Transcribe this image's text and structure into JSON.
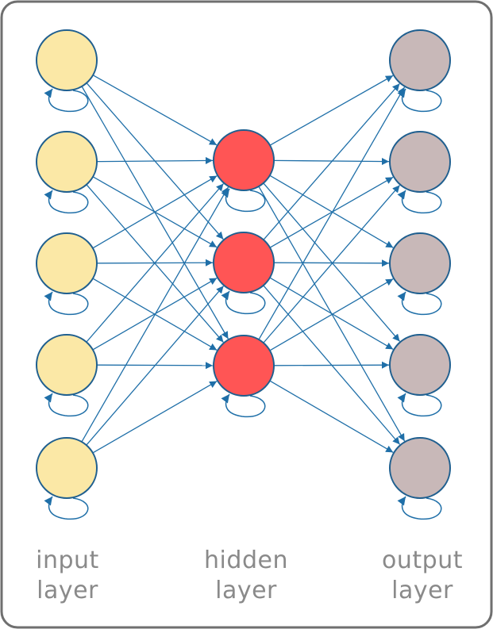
{
  "colors": {
    "frame": "#6f6f6f",
    "input_node": "#fbe8a6",
    "hidden_node": "#ff5555",
    "output_node": "#c8b8b8",
    "node_stroke": "#1f5f8f",
    "connection": "#1f6fa8"
  },
  "network": {
    "layers": [
      {
        "key": "input",
        "nodes": 5
      },
      {
        "key": "hidden",
        "nodes": 3
      },
      {
        "key": "output",
        "nodes": 5
      }
    ],
    "fully_connected": true,
    "self_loops": true
  },
  "labels": {
    "input": [
      "input",
      "layer"
    ],
    "hidden": [
      "hidden",
      "layer"
    ],
    "output": [
      "output",
      "layer"
    ]
  }
}
